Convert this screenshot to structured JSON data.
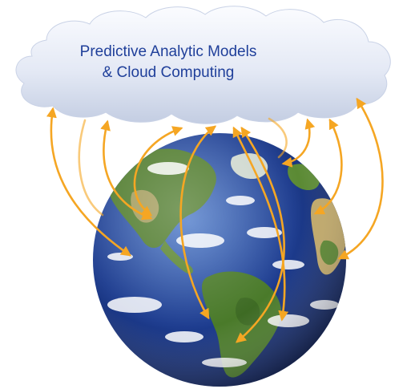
{
  "cloud": {
    "line1": "Predictive Analytic Models",
    "line2": "& Cloud Computing"
  },
  "colors": {
    "cloud_fill_light": "#f6f8fc",
    "cloud_fill_dark": "#c9d2e6",
    "label_text": "#1f3f9a",
    "arrow": "#f5a623",
    "ocean": "#1d3c8f",
    "land": "#4d7a2a",
    "desert": "#b9a76a"
  },
  "icons": {
    "cloud": "cloud-shape",
    "globe": "earth-globe",
    "arrows": "double-headed-arrow"
  }
}
